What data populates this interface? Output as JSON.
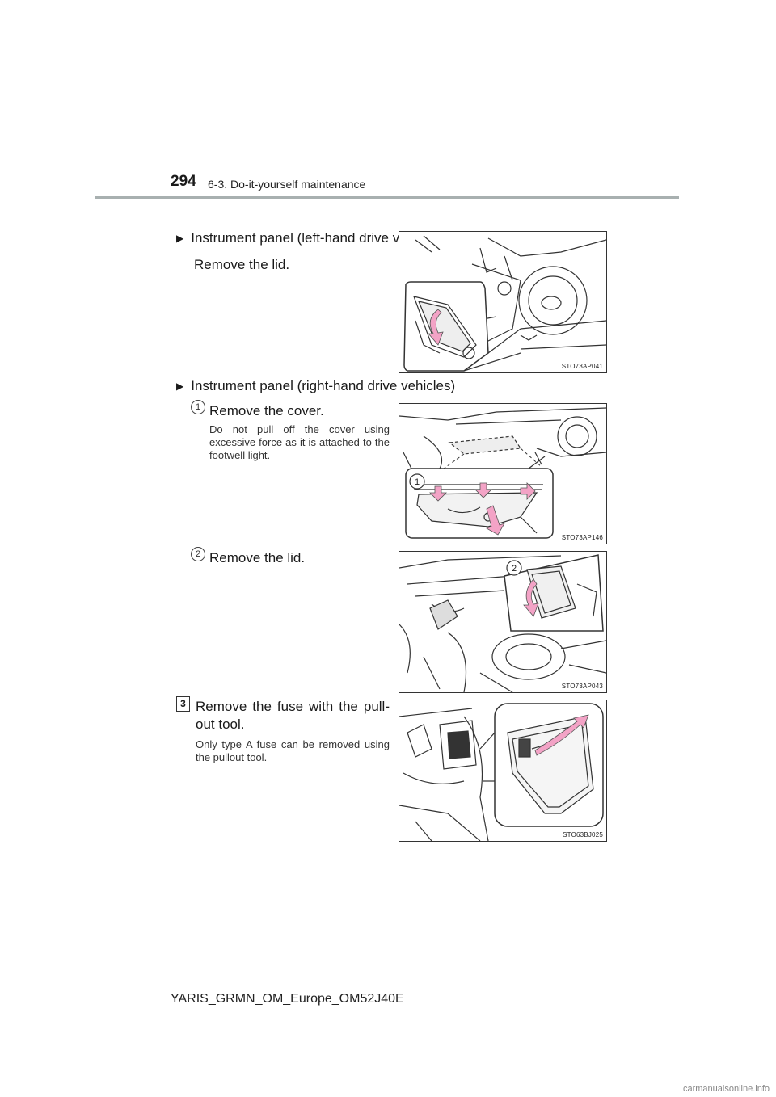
{
  "header": {
    "page_number": "294",
    "section": "6-3. Do-it-yourself maintenance"
  },
  "sections": {
    "lhd": {
      "heading": "Instrument panel (left-hand drive vehicles)",
      "instruction": "Remove the lid.",
      "figure_code": "STO73AP041"
    },
    "rhd": {
      "heading": "Instrument panel (right-hand drive vehicles)",
      "step1": {
        "marker": "1",
        "instruction": "Remove the cover.",
        "note": "Do not pull off the cover using excessive force as it is attached to the footwell light.",
        "figure_code": "STO73AP146",
        "callout": "1"
      },
      "step2": {
        "marker": "2",
        "instruction": "Remove the lid.",
        "figure_code": "STO73AP043",
        "callout": "2"
      }
    },
    "step3": {
      "marker": "3",
      "instruction_line1": "Remove the fuse with the pull-",
      "instruction_line2": "out tool.",
      "note": "Only type A fuse can be removed using the pullout tool.",
      "figure_code": "STO63BJ025"
    }
  },
  "footer": {
    "doc_id": "YARIS_GRMN_OM_Europe_OM52J40E",
    "watermark": "carmanualsonline.info"
  },
  "colors": {
    "arrow": "#f3a3c6",
    "rule": "#a8b0b0"
  }
}
